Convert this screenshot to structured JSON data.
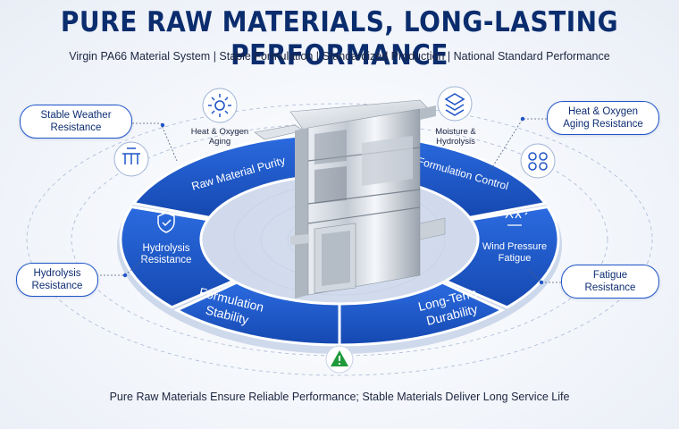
{
  "header": {
    "title": "PURE RAW MATERIALS, LONG-LASTING PERFORMANCE",
    "subtitle": "Virgin PA66 Material System | Stable Formulation | Standardized Production | National Standard Performance"
  },
  "ring": {
    "outer": {
      "raw_material_purity": "Raw Material Purity",
      "formulation_control": "Formulation Control",
      "formulation_stability_1": "Formulation",
      "formulation_stability_2": "Stability",
      "long_term_durability_1": "Long-Term",
      "long_term_durability_2": "Durability"
    },
    "hydrolysis_resistance_1": "Hydrolysis",
    "hydrolysis_resistance_2": "Resistance",
    "wind_pressure_fatigue_1": "Wind Pressure",
    "wind_pressure_fatigue_2": "Fatigue"
  },
  "callouts": {
    "stable_weather_1": "Stable Weather",
    "stable_weather_2": "Resistance",
    "hydrolysis_1": "Hydrolysis",
    "hydrolysis_2": "Resistance",
    "heat_oxygen_1": "Heat & Oxygen",
    "heat_oxygen_2": "Aging Resistance",
    "fatigue_1": "Fatigue",
    "fatigue_2": "Resistance"
  },
  "icon_labels": {
    "heat_oxygen_1": "Heat & Oxygen",
    "heat_oxygen_2": "Aging",
    "moisture_1": "Moisture &",
    "moisture_2": "Hydrolysis"
  },
  "footer": "Pure Raw Materials Ensure Reliable Performance; Stable Materials Deliver Long Service Life",
  "colors": {
    "ring_blue": "#1f5fd1",
    "ring_blue_dark": "#14479f",
    "navy": "#0b2d6e",
    "warning_green": "#1f9a3a"
  },
  "icons": [
    "sun-icon",
    "layers-icon",
    "temperature-icon",
    "hourglass-icon",
    "wind-icon",
    "sparkle-icon",
    "warning-icon"
  ]
}
